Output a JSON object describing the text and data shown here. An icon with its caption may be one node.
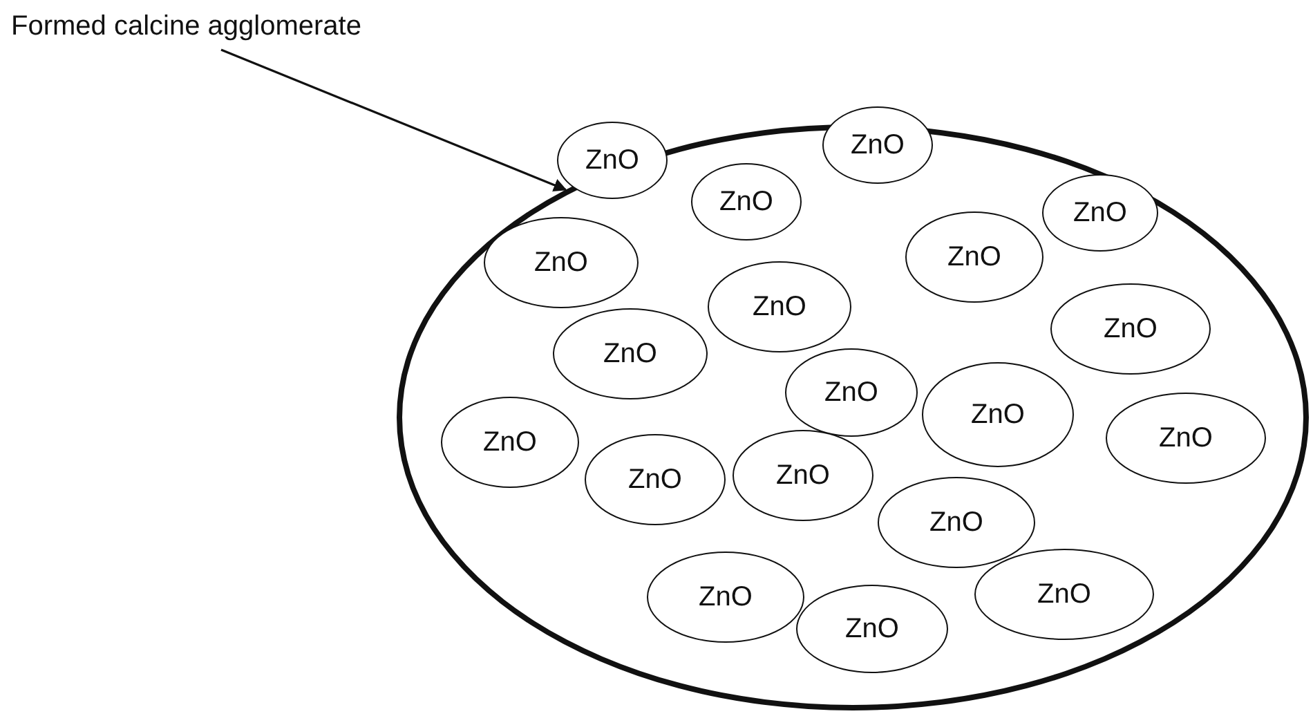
{
  "diagram": {
    "nodes": [
      {
        "text": [
          "Formed calcine agglomerate"
        ]
      },
      {
        "text": [],
        "shape": "circle"
      },
      {
        "text": [
          "ZnO"
        ],
        "in": 1
      },
      {
        "text": [
          "ZnO"
        ],
        "in": 1
      },
      {
        "text": [
          "ZnO"
        ],
        "in": 1
      },
      {
        "text": [
          "ZnO"
        ],
        "in": 1
      },
      {
        "text": [
          "ZnO"
        ],
        "in": 1
      },
      {
        "text": [
          "ZnO"
        ],
        "in": 1
      },
      {
        "text": [
          "ZnO"
        ],
        "in": 1
      },
      {
        "text": [
          "ZnO"
        ],
        "in": 1
      },
      {
        "text": [
          "ZnO"
        ],
        "in": 1
      },
      {
        "text": [
          "ZnO"
        ],
        "in": 1
      },
      {
        "text": [
          "ZnO"
        ],
        "in": 1
      },
      {
        "text": [
          "ZnO"
        ],
        "in": 1
      },
      {
        "text": [
          "ZnO"
        ],
        "in": 1
      },
      {
        "text": [
          "ZnO"
        ],
        "in": 1
      },
      {
        "text": [
          "ZnO"
        ],
        "in": 1
      },
      {
        "text": [
          "ZnO"
        ],
        "in": 1
      },
      {
        "text": [
          "ZnO"
        ],
        "in": 1
      },
      {
        "text": [
          "ZnO"
        ],
        "in": 1
      },
      {
        "text": [
          "ZnO"
        ],
        "in": 1
      }
    ],
    "edges": [
      {
        "from": 0,
        "to": 1,
        "arrow": "to"
      }
    ]
  }
}
